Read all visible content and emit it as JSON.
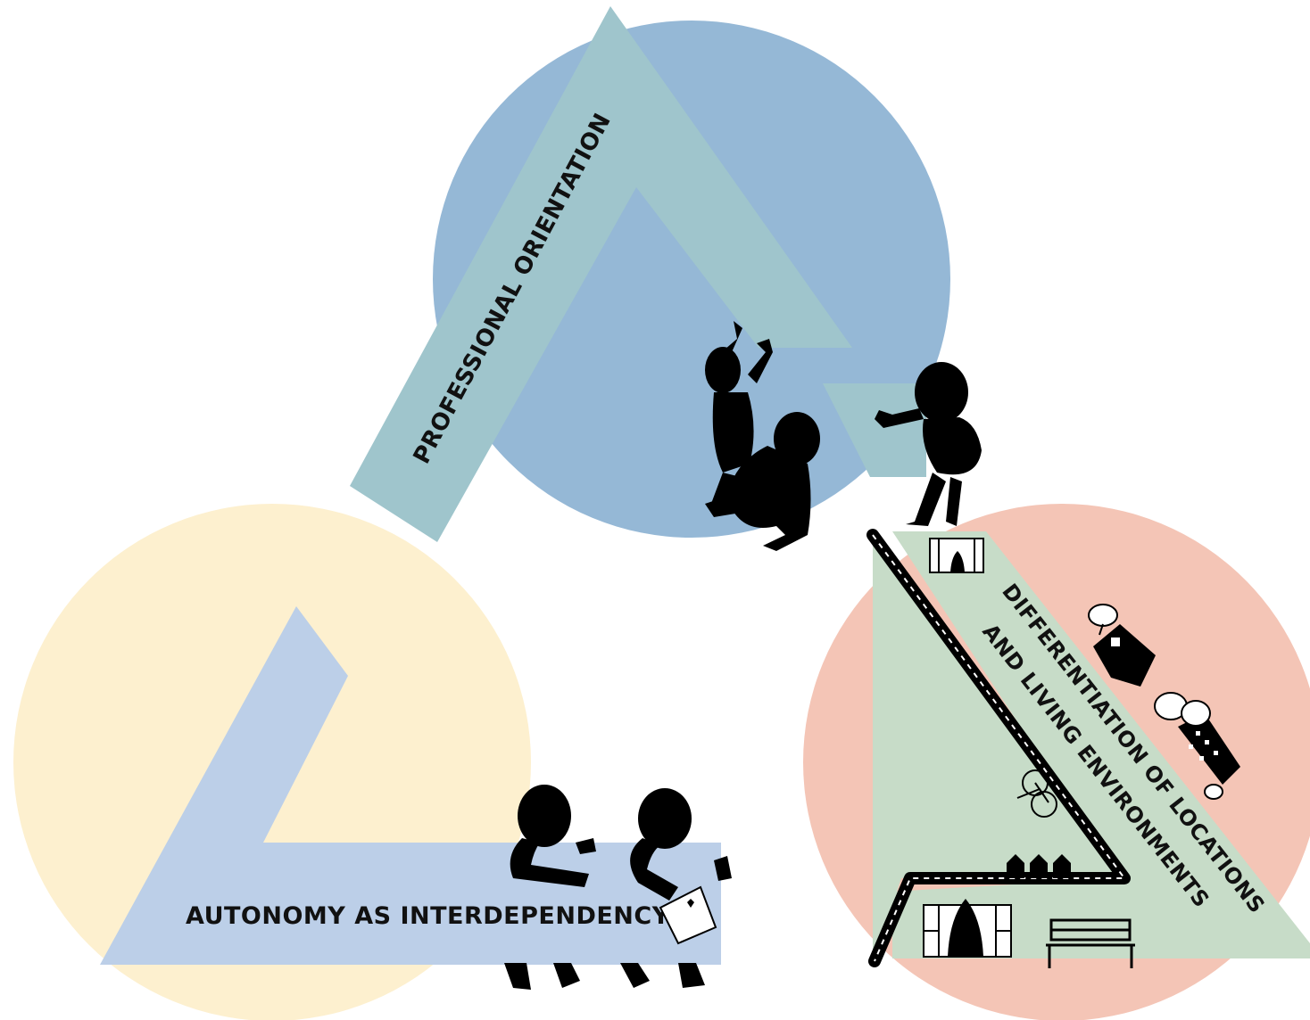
{
  "colors": {
    "circle_blue": "#95b8d6",
    "circle_yellow": "#fdf0cf",
    "circle_pink": "#f4c5b6",
    "band_teal": "#9fc5cc",
    "band_lightblue": "#bccfe8",
    "band_green": "#c7dcc8",
    "figure": "#000000"
  },
  "segments": [
    {
      "id": "professional",
      "label": "PROFESSIONAL ORIENTATION"
    },
    {
      "id": "autonomy",
      "label": "AUTONOMY AS INTERDEPENDENCY"
    },
    {
      "id": "differentiation",
      "label_line1": "DIFFERENTIATION OF LOCATIONS",
      "label_line2": "AND LIVING ENVIRONMENTS"
    }
  ],
  "icons": [
    "child-climbing-icon",
    "child-crouching-icon",
    "child-reaching-icon",
    "child-walking-icon",
    "map-icon",
    "road-icon",
    "house-icon",
    "apartment-building-icon",
    "tree-icon",
    "bicycle-icon",
    "window-icon",
    "bench-icon",
    "row-houses-icon"
  ]
}
